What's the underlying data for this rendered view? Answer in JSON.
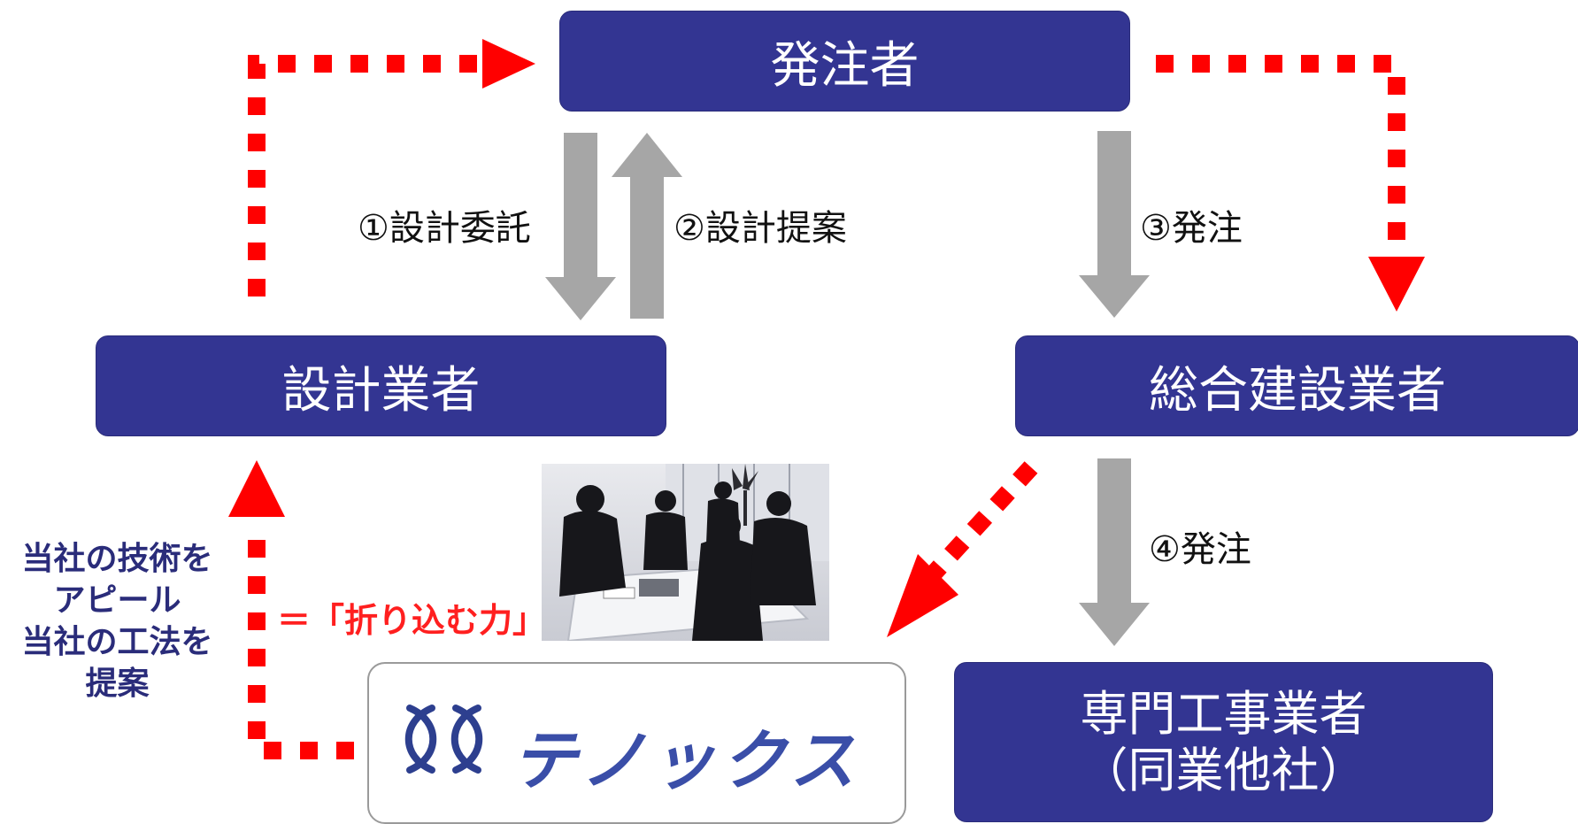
{
  "nodes": {
    "client": "発注者",
    "designer": "設計業者",
    "general_contractor": "総合建設業者",
    "specialist_line1": "専門工事業者",
    "specialist_line2": "（同業他社）",
    "company_logo_text": "テノックス"
  },
  "steps": {
    "step1": "①設計委託",
    "step2": "②設計提案",
    "step3": "③発注",
    "step4": "④発注"
  },
  "side_note": {
    "line1": "当社の技術を",
    "line2": "アピール",
    "line3": "当社の工法を",
    "line4": "提案"
  },
  "highlight": "＝「折り込む力」",
  "colors": {
    "box": "#333592",
    "gray_arrow": "#a6a6a6",
    "red_dotted": "#ff0000",
    "side_text": "#2a2c7a"
  },
  "icons": {
    "logo_mark": "double-wave-logo-icon",
    "photo": "business-meeting-silhouette"
  }
}
